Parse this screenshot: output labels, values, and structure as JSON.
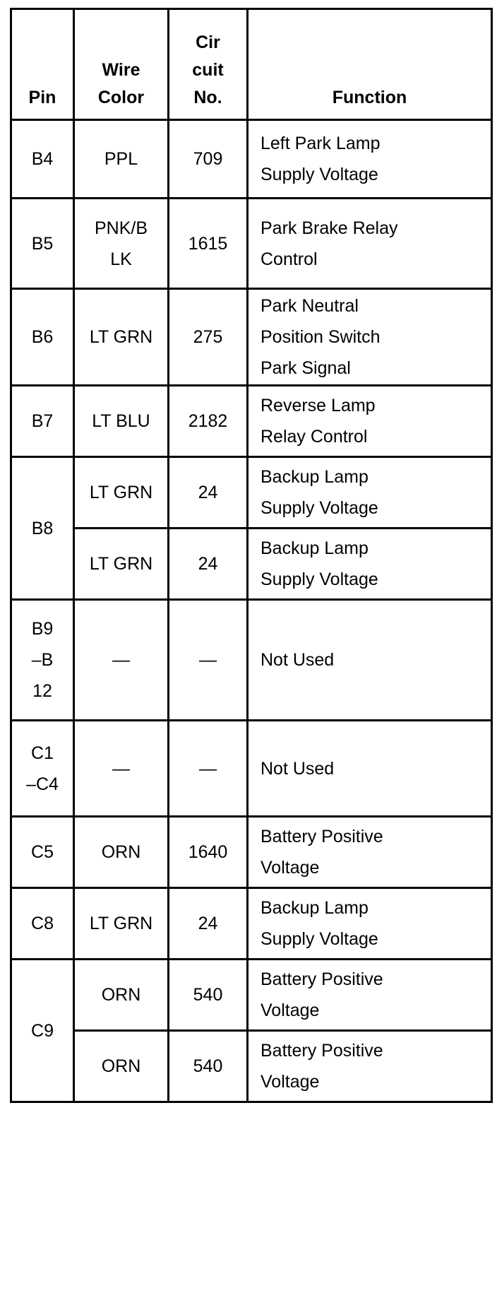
{
  "table": {
    "headers": {
      "pin": [
        "Pin"
      ],
      "wire_color": [
        "Wire",
        "Color"
      ],
      "circuit_no": [
        "Cir",
        "cuit",
        "No."
      ],
      "function": [
        "Function"
      ]
    },
    "rows": [
      {
        "pin": [
          "B4"
        ],
        "color": [
          "PPL"
        ],
        "circuit": "709",
        "function": [
          "Left Park Lamp",
          "Supply Voltage"
        ]
      },
      {
        "pin": [
          "B5"
        ],
        "color": [
          "PNK/B",
          "LK"
        ],
        "circuit": "1615",
        "function": [
          "Park Brake Relay",
          "Control"
        ]
      },
      {
        "pin": [
          "B6"
        ],
        "color": [
          "LT GRN"
        ],
        "circuit": "275",
        "function": [
          "Park Neutral",
          "Position Switch",
          "Park Signal"
        ]
      },
      {
        "pin": [
          "B7"
        ],
        "color": [
          "LT BLU"
        ],
        "circuit": "2182",
        "function": [
          "Reverse Lamp",
          "Relay Control"
        ]
      },
      {
        "pin": [
          "B8"
        ],
        "color": [
          "LT GRN"
        ],
        "circuit": "24",
        "function": [
          "Backup Lamp",
          "Supply Voltage"
        ]
      },
      {
        "color": [
          "LT GRN"
        ],
        "circuit": "24",
        "function": [
          "Backup Lamp",
          "Supply Voltage"
        ]
      },
      {
        "pin": [
          "B9",
          "–B",
          "12"
        ],
        "color": [
          "—"
        ],
        "circuit": "—",
        "function": [
          "Not Used"
        ]
      },
      {
        "pin": [
          "C1",
          "–C4"
        ],
        "color": [
          "—"
        ],
        "circuit": "—",
        "function": [
          "Not Used"
        ]
      },
      {
        "pin": [
          "C5"
        ],
        "color": [
          "ORN"
        ],
        "circuit": "1640",
        "function": [
          "Battery Positive",
          "Voltage"
        ]
      },
      {
        "pin": [
          "C8"
        ],
        "color": [
          "LT GRN"
        ],
        "circuit": "24",
        "function": [
          "Backup Lamp",
          "Supply Voltage"
        ]
      },
      {
        "pin": [
          "C9"
        ],
        "color": [
          "ORN"
        ],
        "circuit": "540",
        "function": [
          "Battery Positive",
          "Voltage"
        ]
      },
      {
        "color": [
          "ORN"
        ],
        "circuit": "540",
        "function": [
          "Battery Positive",
          "Voltage"
        ]
      }
    ]
  }
}
